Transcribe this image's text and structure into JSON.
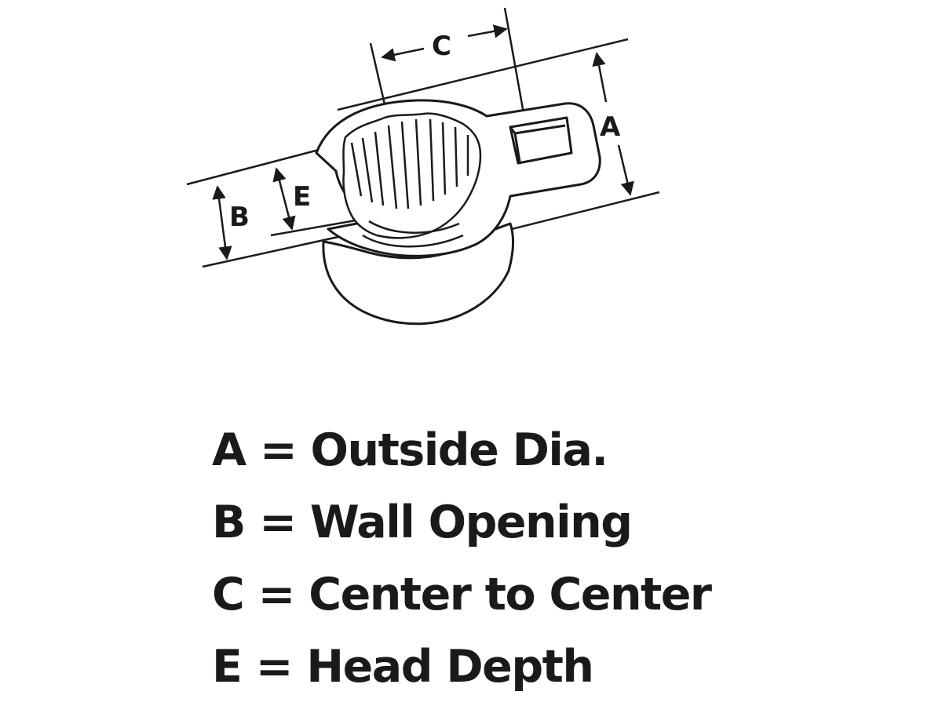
{
  "diagram": {
    "labels": {
      "a": "A",
      "b": "B",
      "c": "C",
      "e": "E"
    }
  },
  "legend": [
    "A = Outside Dia.",
    "B = Wall Opening",
    "C = Center to Center",
    "E = Head Depth"
  ],
  "colors": {
    "ink": "#1a1a1a",
    "background": "#ffffff"
  }
}
